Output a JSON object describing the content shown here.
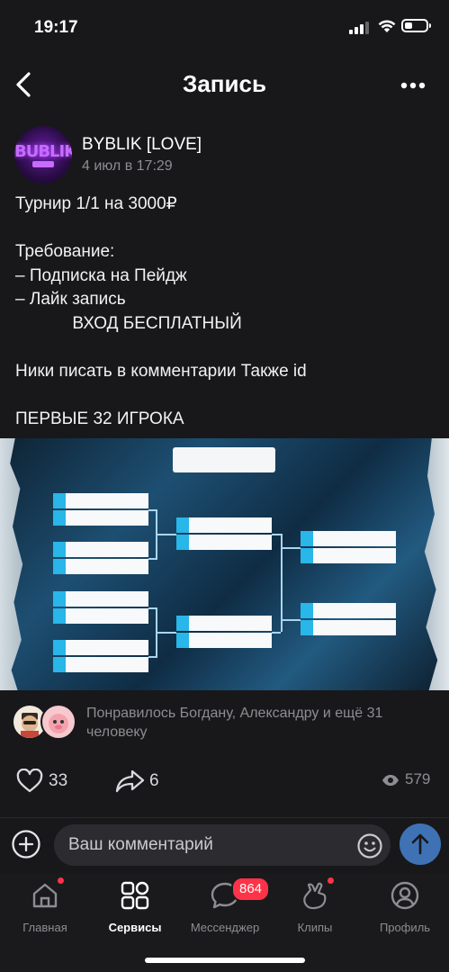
{
  "status_bar": {
    "time": "19:17"
  },
  "header": {
    "title": "Запись"
  },
  "post": {
    "author": "BYBLIK [LOVE]",
    "avatar_logo_text": "BUBLIK",
    "date": "4 июл в 17:29",
    "text": "Турнир 1/1 на 3000₽\n\nТребование:\n– Подписка на Пейдж\n– Лайк запись\n            ВХОД БЕСПЛАТНЫЙ\n\nНики писать в комментарии Также id\n\nПЕРВЫЕ 32 ИГРОКА"
  },
  "likes": {
    "text": "Понравилось Богдану, Александру и ещё 31 человеку"
  },
  "actions": {
    "likes_count": "33",
    "shares_count": "6",
    "views_count": "579"
  },
  "comment": {
    "placeholder": "Ваш комментарий"
  },
  "tabbar": {
    "items": [
      {
        "label": "Главная"
      },
      {
        "label": "Сервисы"
      },
      {
        "label": "Мессенджер"
      },
      {
        "label": "Клипы"
      },
      {
        "label": "Профиль"
      }
    ],
    "messenger_badge": "864"
  },
  "colors": {
    "accent": "#3f72b5",
    "badge": "#ff3347",
    "bracket_accent": "#29b6e8"
  }
}
